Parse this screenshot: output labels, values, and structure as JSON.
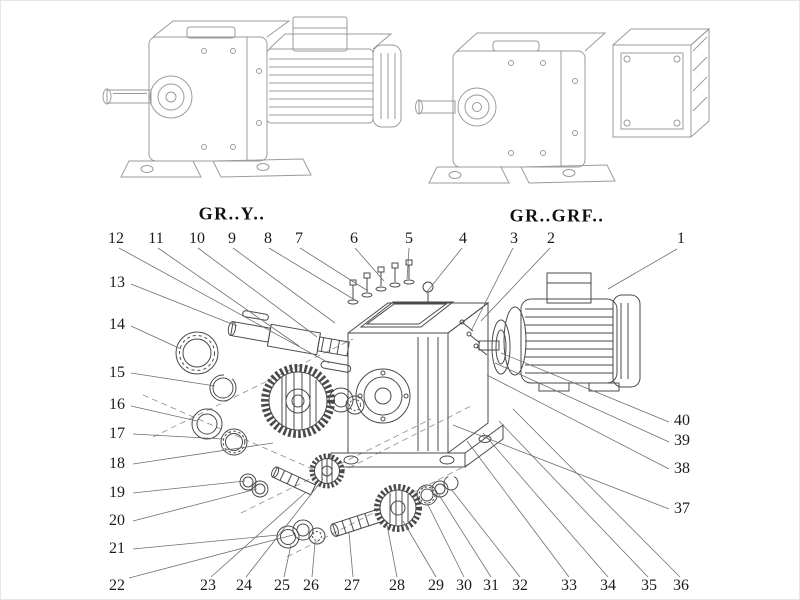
{
  "variant_labels": {
    "left": "GR..Y..",
    "right": "GR..GRF.."
  },
  "callouts": {
    "top_row": [
      "12",
      "11",
      "10",
      "9",
      "8",
      "7",
      "6",
      "5",
      "4",
      "3",
      "2",
      "1"
    ],
    "left_column": [
      "13",
      "14",
      "15",
      "16",
      "17",
      "18",
      "19",
      "20",
      "21",
      "22"
    ],
    "bottom_row": [
      "23",
      "24",
      "25",
      "26",
      "27",
      "28",
      "29",
      "30",
      "31",
      "32",
      "33",
      "34",
      "35",
      "36"
    ],
    "right_column": [
      "40",
      "39",
      "38",
      "37"
    ]
  },
  "drawing_colors": {
    "top_drawings_stroke": "#9b9b9b",
    "exploded_stroke": "#4a4a4a",
    "leader_stroke": "#6f6f6f"
  }
}
